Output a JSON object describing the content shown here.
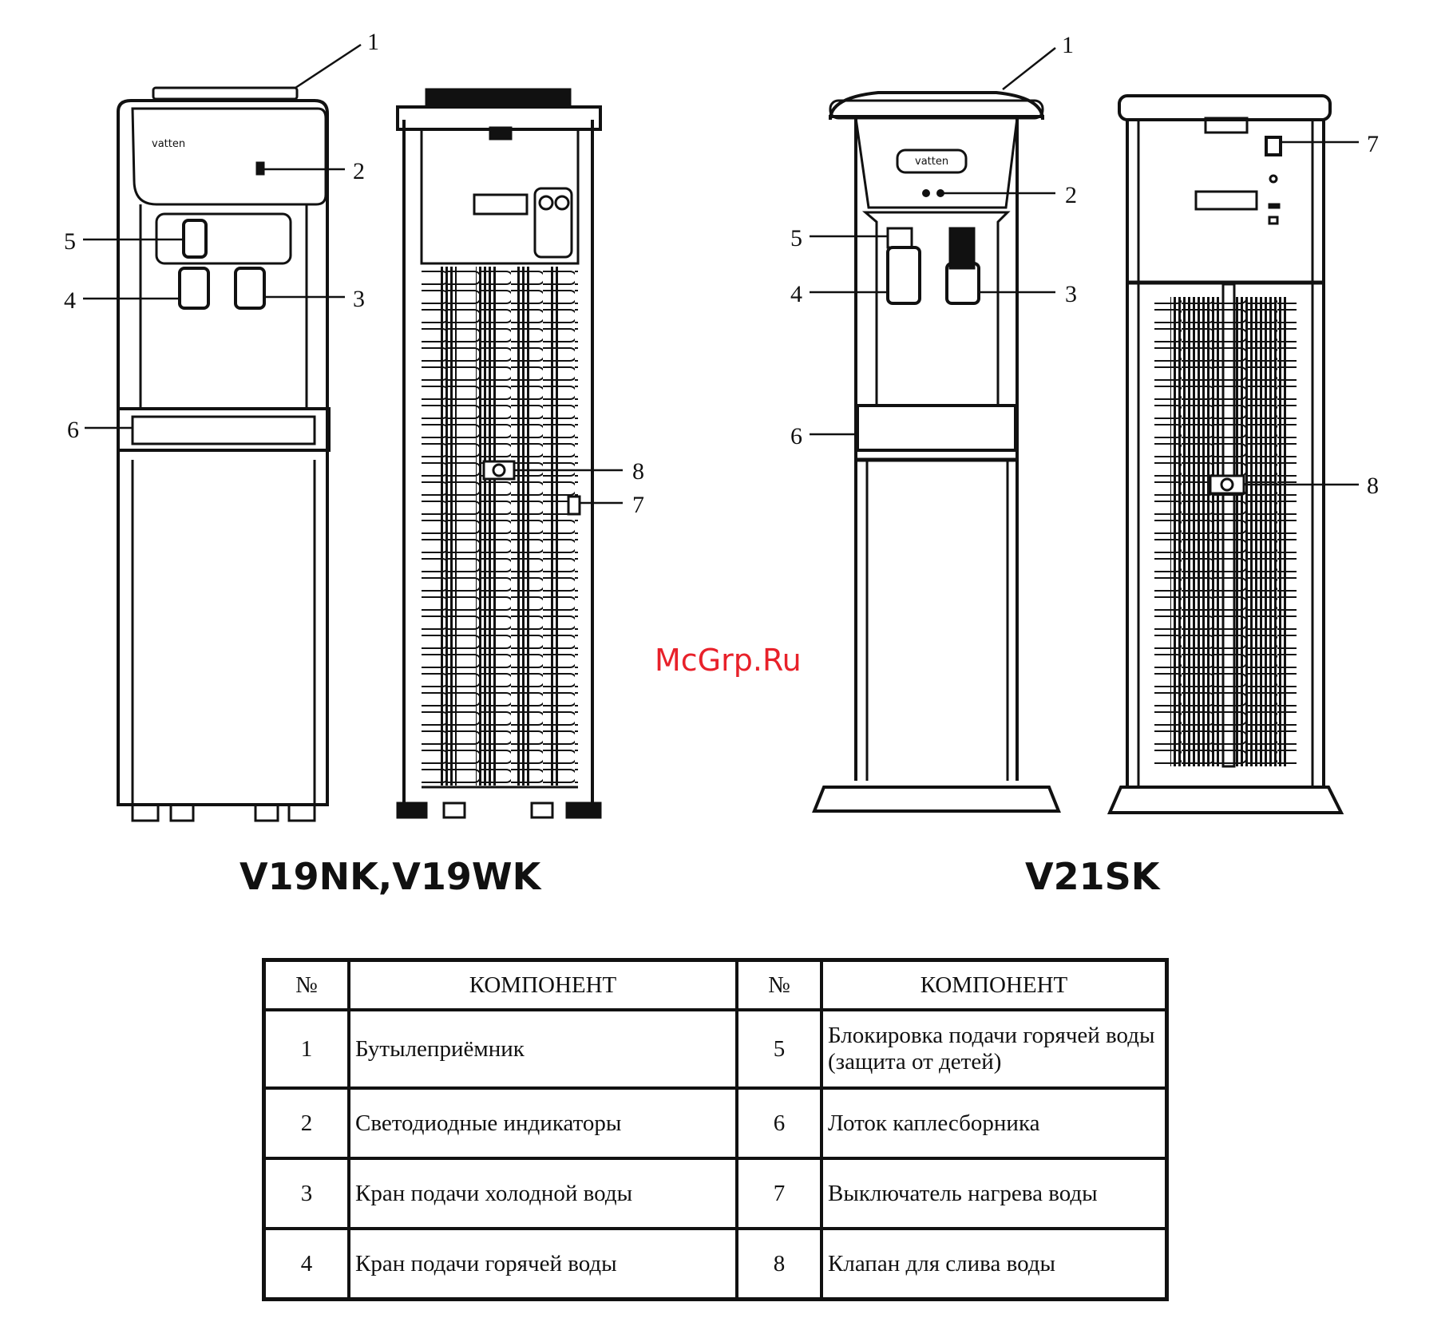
{
  "callouts": {
    "left_front": [
      "1",
      "2",
      "5",
      "4",
      "3",
      "6"
    ],
    "left_back": [
      "8",
      "7"
    ],
    "right_front": [
      "1",
      "2",
      "5",
      "4",
      "3",
      "6"
    ],
    "right_back": [
      "7",
      "8"
    ]
  },
  "models": {
    "left": "V19NK,V19WK",
    "right": "V21SK"
  },
  "brand_logo": "vatten",
  "watermark": "McGrp.Ru",
  "table": {
    "headers": [
      "№",
      "КОМПОНЕНТ",
      "№",
      "КОМПОНЕНТ"
    ],
    "rows": [
      {
        "n1": "1",
        "c1": "Бутылеприёмник",
        "n2": "5",
        "c2": "Блокировка подачи горячей воды (защита от детей)"
      },
      {
        "n1": "2",
        "c1": "Светодиодные индикаторы",
        "n2": "6",
        "c2": "Лоток каплесборника"
      },
      {
        "n1": "3",
        "c1": "Кран подачи холодной воды",
        "n2": "7",
        "c2": "Выключатель нагрева воды"
      },
      {
        "n1": "4",
        "c1": "Кран подачи горячей воды",
        "n2": "8",
        "c2": "Клапан для слива воды"
      }
    ]
  },
  "colors": {
    "line": "#111111",
    "watermark": "#e8212a",
    "background": "#ffffff"
  }
}
